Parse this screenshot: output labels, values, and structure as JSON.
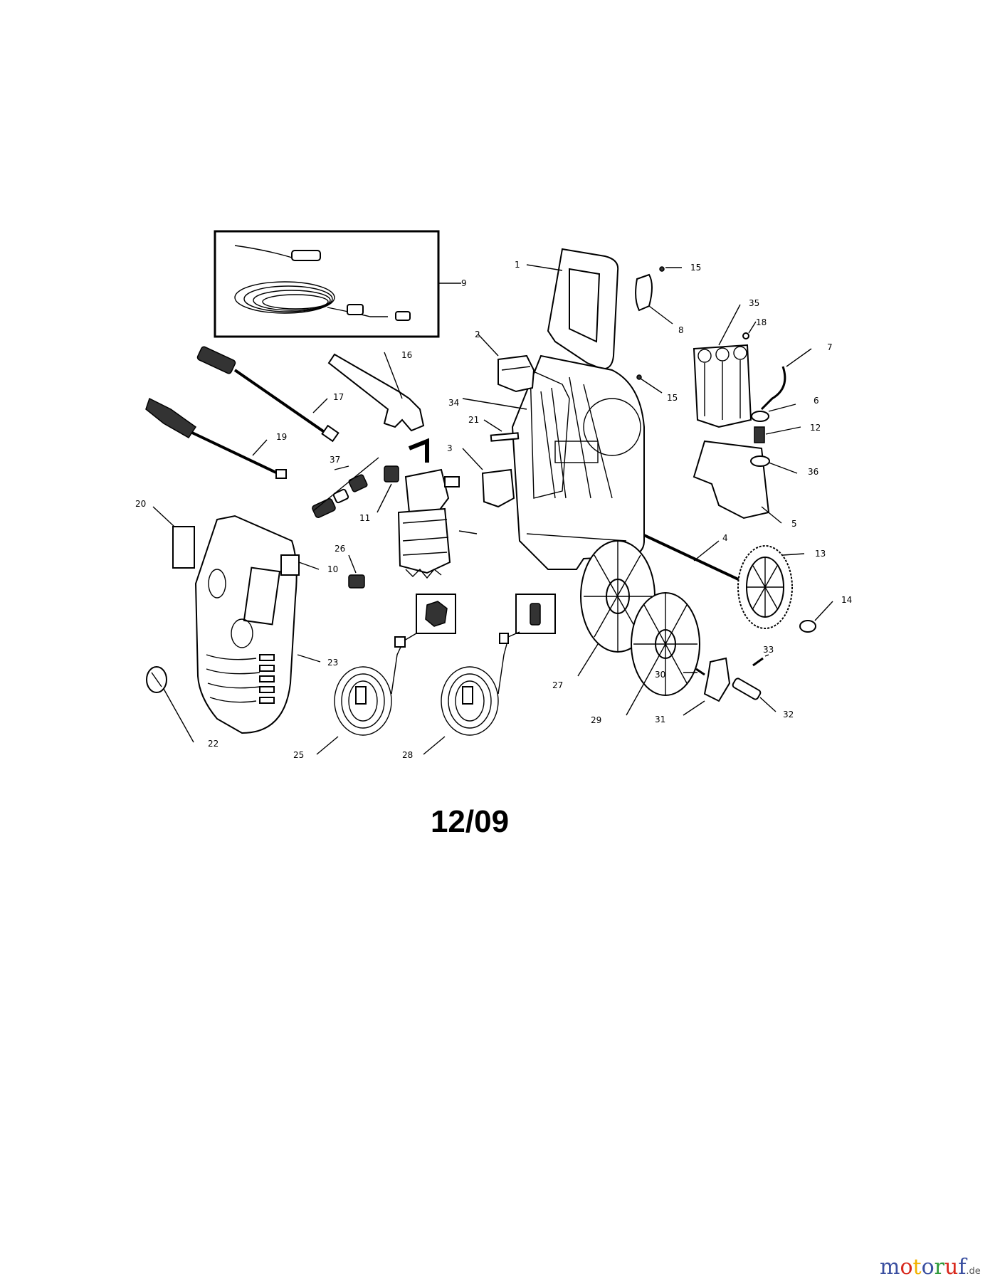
{
  "diagram": {
    "date_label": "12/09",
    "callouts": [
      "1",
      "2",
      "3",
      "4",
      "5",
      "6",
      "7",
      "8",
      "9",
      "10",
      "11",
      "12",
      "13",
      "14",
      "15",
      "15",
      "16",
      "17",
      "18",
      "19",
      "20",
      "21",
      "22",
      "23",
      "25",
      "26",
      "27",
      "28",
      "29",
      "30",
      "31",
      "32",
      "33",
      "34",
      "35",
      "36",
      "37"
    ],
    "colors": {
      "line": "#000000",
      "background": "#ffffff",
      "shading": "#333333"
    }
  },
  "watermark": {
    "letters": [
      "m",
      "o",
      "t",
      "o",
      "r",
      "u",
      "f"
    ],
    "suffix": ".de",
    "colors": [
      "#3a4fa0",
      "#d8281c",
      "#f2b200",
      "#3a4fa0",
      "#2f9a3a",
      "#d8281c",
      "#3a4fa0"
    ]
  }
}
